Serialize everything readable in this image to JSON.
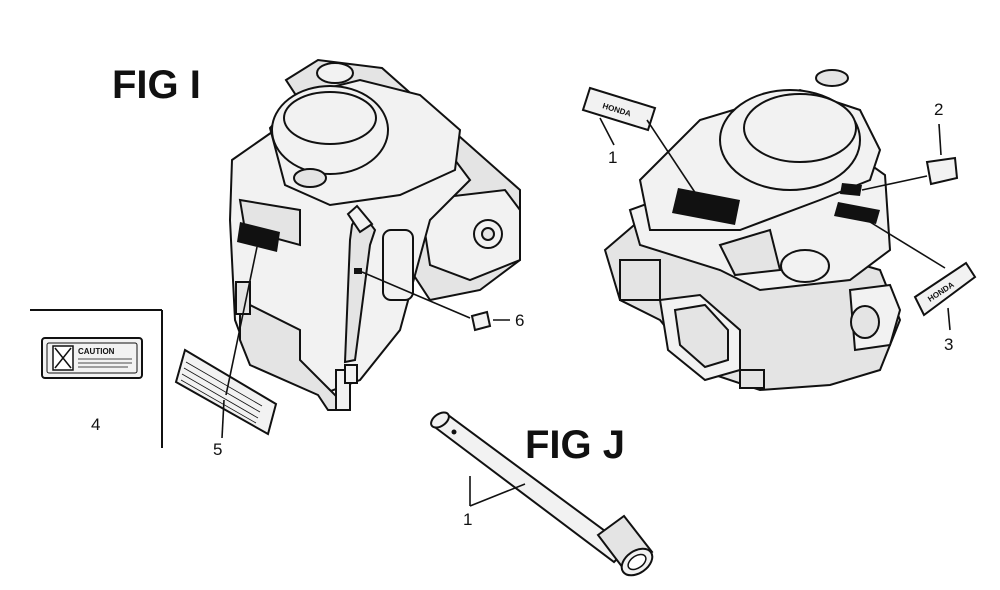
{
  "figures": {
    "fig_i_title": "FIG I",
    "fig_j_title": "FIG J"
  },
  "callouts": {
    "fig_i_label_4": "4",
    "fig_i_label_5": "5",
    "fig_i_label_6": "6",
    "fig_i_label_1": "1",
    "fig_i_label_2": "2",
    "fig_i_label_3": "3",
    "fig_j_label_1": "1"
  },
  "decals": {
    "brand_text_top": "HONDA",
    "brand_text_side": "HONDA",
    "caution_text": "CAUTION"
  }
}
